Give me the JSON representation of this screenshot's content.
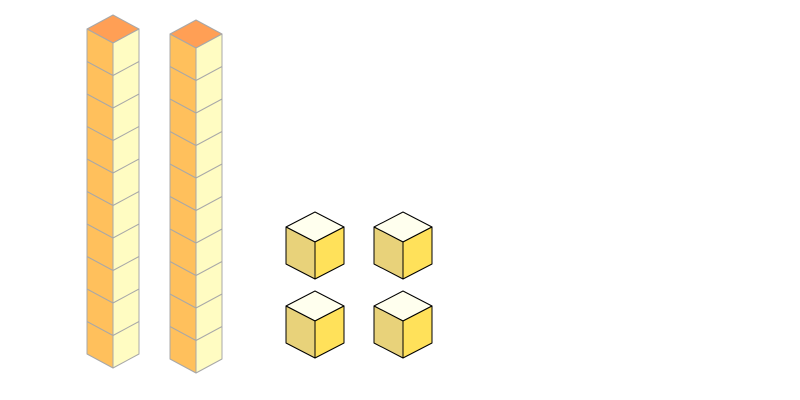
{
  "blocks": {
    "tens_rods": 2,
    "units_per_rod": 10,
    "unit_cubes": 4
  },
  "colors": {
    "rod_top": "#FF9F55",
    "rod_left": "#FFC05C",
    "rod_right": "#FFFCC2",
    "rod_edge": "#A8A8A8",
    "cube_top": "#FFFFEE",
    "cube_left": "#E8D27A",
    "cube_right": "#FFE15A",
    "cube_edge": "#000000"
  }
}
